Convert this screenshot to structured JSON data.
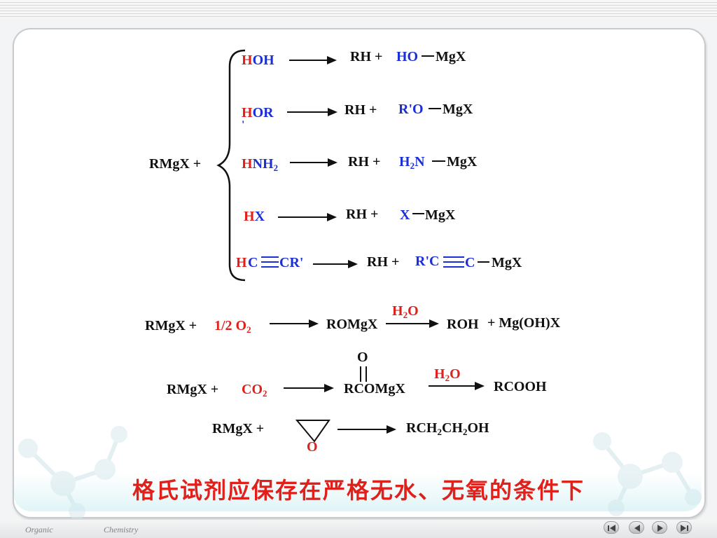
{
  "reactant_label": "RMgX +",
  "hydrolysis": [
    {
      "h": "H",
      "rest": "OH",
      "rest_sub": "",
      "prod_rh": "RH +",
      "prod_group": "HO",
      "prod_group_sub": "",
      "prod_mgx": "MgX"
    },
    {
      "h": "H",
      "rest": "OR",
      "rest_sub": "'",
      "prod_rh": "RH +",
      "prod_group": "R'O",
      "prod_group_sub": "",
      "prod_mgx": "MgX"
    },
    {
      "h": "H",
      "rest": "NH",
      "rest_sub": "2",
      "prod_rh": "RH +",
      "prod_group": "H",
      "prod_group_sub": "2",
      "prod_group_tail": "N",
      "prod_mgx": "MgX"
    },
    {
      "h": "H",
      "rest": "X",
      "rest_sub": "",
      "prod_rh": "RH +",
      "prod_group": "X",
      "prod_group_sub": "",
      "prod_mgx": "MgX"
    },
    {
      "h": "H",
      "rest_a": "C",
      "rest_b": "CR'",
      "prod_rh": "RH +",
      "prod_group_a": "R'C",
      "prod_group_b": "C",
      "prod_mgx": "MgX"
    }
  ],
  "oxygen": {
    "reactant": "RMgX +",
    "reagent": "1/2 O",
    "reagent_sub": "2",
    "intermediate": "ROMgX",
    "cond": "H",
    "cond_sub": "2",
    "cond_tail": "O",
    "product": "ROH",
    "byproduct": "+  Mg(OH)X"
  },
  "carbon_dioxide": {
    "reactant": "RMgX +",
    "reagent": "CO",
    "reagent_sub": "2",
    "carbonyl_o": "O",
    "intermediate": "RCOMgX",
    "cond": "H",
    "cond_sub": "2",
    "cond_tail": "O",
    "product": "RCOOH"
  },
  "epoxide": {
    "reactant": "RMgX +",
    "ring_o": "O",
    "product": "RCH",
    "product_sub1": "2",
    "product_mid": "CH",
    "product_sub2": "2",
    "product_tail": "OH"
  },
  "caption": "格氏试剂应保存在严格无水、无氧的条件下",
  "footer": {
    "left": "Organic",
    "right": "Chemistry"
  },
  "colors": {
    "red": "#e0201b",
    "blue": "#1b2fd6",
    "black": "#111111"
  },
  "nav_icons": [
    "first-slide-icon",
    "previous-slide-icon",
    "next-slide-icon",
    "last-slide-icon"
  ]
}
